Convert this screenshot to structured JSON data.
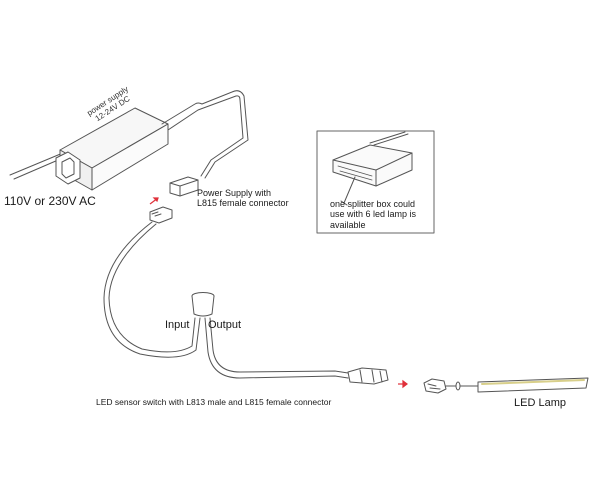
{
  "diagram": {
    "title": "LED sensor switch wiring diagram",
    "labels": {
      "ac_input": "110V or 230V AC",
      "power_supply_box_line1": "power supply",
      "power_supply_box_line2": "12-24V DC",
      "power_supply_connector_line1": "Power Supply with",
      "power_supply_connector_line2": "L815 female connector",
      "splitter_line1": "one splitter box could",
      "splitter_line2": "use with 6 led lamp is",
      "splitter_line3": "available",
      "input": "Input",
      "output": "Output",
      "sensor_switch": "LED sensor switch with L813 male and L815 female connector",
      "led_lamp": "LED Lamp"
    },
    "components": [
      {
        "id": "power-supply",
        "name": "power supply",
        "spec": "12-24V DC"
      },
      {
        "id": "splitter-box",
        "name": "splitter box",
        "outputs": 6
      },
      {
        "id": "sensor-switch",
        "name": "LED sensor switch",
        "connectors": [
          "L813 male",
          "L815 female"
        ]
      },
      {
        "id": "led-lamp",
        "name": "LED Lamp"
      }
    ],
    "connections": [
      {
        "from": "AC mains",
        "to": "power-supply"
      },
      {
        "from": "power-supply",
        "to": "sensor-switch",
        "via": "L815 female connector"
      },
      {
        "from": "sensor-switch",
        "to": "led-lamp"
      }
    ],
    "colors": {
      "line": "#444444",
      "arrow": "#e0303a",
      "lamp_strip": "#e8e0a8"
    }
  }
}
